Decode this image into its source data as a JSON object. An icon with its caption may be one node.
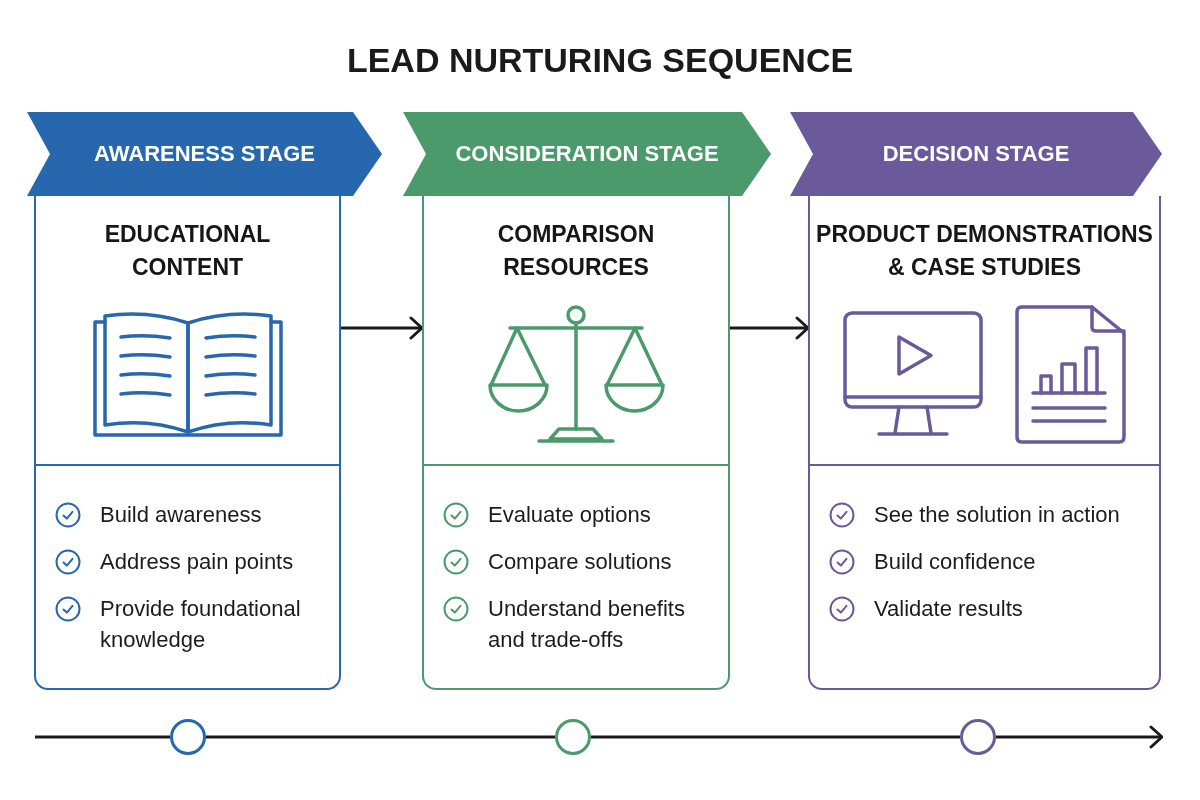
{
  "diagram": {
    "title": "LEAD NURTURING SEQUENCE",
    "nodes": [
      {
        "text": [
          "AWARENESS STAGE"
        ]
      },
      {
        "text": [
          "EDUCATIONAL CONTENT",
          "Build awareness",
          "Address pain points",
          "Provide foundational knowledge"
        ]
      },
      {
        "text": [
          "CONSIDERATION STAGE"
        ]
      },
      {
        "text": [
          "COMPARISON RESOURCES",
          "Evaluate options",
          "Compare solutions",
          "Understand benefits and trade-offs"
        ]
      },
      {
        "text": [
          "DECISION STAGE"
        ]
      },
      {
        "text": [
          "PRODUCT DEMONSTRATIONS & CASE STUDIES",
          "See the solution in action",
          "Build confidence",
          "Validate results"
        ]
      },
      {
        "text": [],
        "shape": "circle"
      },
      {
        "text": [],
        "shape": "circle"
      },
      {
        "text": [],
        "shape": "circle"
      }
    ],
    "edges": [
      {
        "from": 1,
        "to": 3,
        "arrow": "to"
      },
      {
        "from": 3,
        "to": 5,
        "arrow": "to"
      },
      {
        "from": null,
        "to": 6,
        "arrow": "none"
      },
      {
        "from": 6,
        "to": 7,
        "arrow": "none"
      },
      {
        "from": 7,
        "to": 8,
        "arrow": "none"
      },
      {
        "from": 8,
        "to": null,
        "arrow": "to"
      }
    ]
  }
}
